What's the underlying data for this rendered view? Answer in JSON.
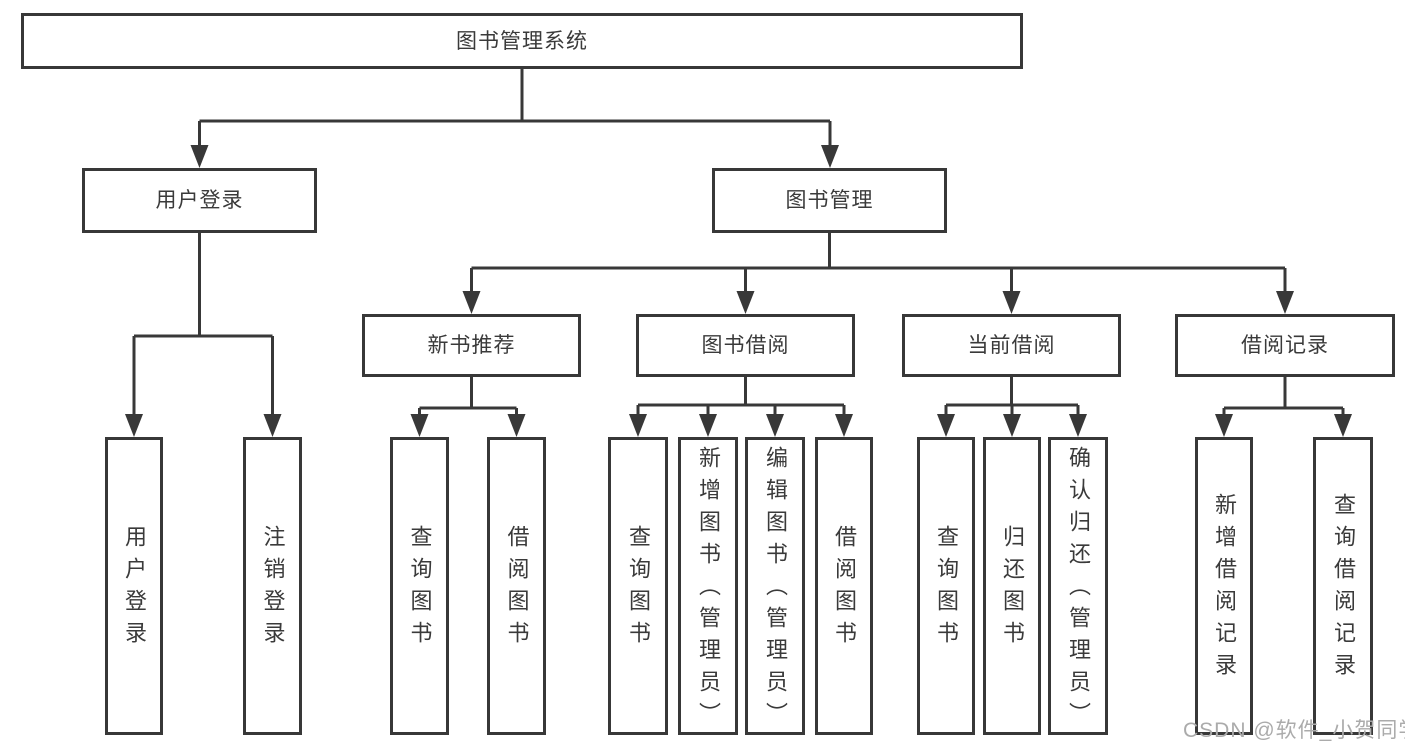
{
  "diagram": {
    "title": "图书管理系统",
    "type": "hierarchy-tree"
  },
  "nodes": {
    "root": "图书管理系统",
    "user_login": "用户登录",
    "book_management": "图书管理",
    "new_book_recommend": "新书推荐",
    "book_borrowing": "图书借阅",
    "current_borrowing": "当前借阅",
    "borrowing_records": "借阅记录",
    "leaf_user_login": "用户登录",
    "leaf_logout": "注销登录",
    "leaf_recommend_query_books": "查询图书",
    "leaf_recommend_borrow_books": "借阅图书",
    "leaf_borrowing_query_books": "查询图书",
    "leaf_borrowing_add_books_admin": "新增图书（管理员）",
    "leaf_borrowing_edit_books_admin": "编辑图书（管理员）",
    "leaf_borrowing_borrow_books": "借阅图书",
    "leaf_current_query_books": "查询图书",
    "leaf_current_return_books": "归还图书",
    "leaf_current_confirm_return_admin": "确认归还（管理员）",
    "leaf_records_add_record": "新增借阅记录",
    "leaf_records_query_record": "查询借阅记录"
  },
  "watermark": {
    "text": "CSDN @软件_小贺同学",
    "color": "#ababab"
  },
  "style": {
    "line_color": "#383838",
    "box_border_color": "#383838",
    "background_color": "#ffffff",
    "text_color": "#3a3a3a"
  }
}
